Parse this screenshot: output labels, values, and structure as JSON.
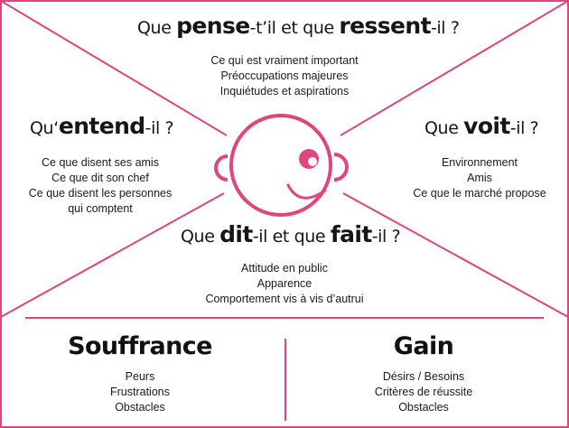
{
  "colors": {
    "accent": "#e0457b",
    "text": "#161616"
  },
  "top": {
    "pre": "Que ",
    "b1": "pense",
    "mid": "-t’il et que ",
    "b2": "ressent",
    "post": "-il ?",
    "items": [
      "Ce qui est vraiment important",
      "Préoccupations majeures",
      "Inquiétudes et aspirations"
    ]
  },
  "left": {
    "pre": "Qu‘",
    "b1": "entend",
    "post": "-il ?",
    "items": [
      "Ce que disent ses amis",
      "Ce que dit son chef",
      "Ce que disent les personnes",
      "qui comptent"
    ]
  },
  "right": {
    "pre": "Que ",
    "b1": "voit",
    "post": "-il ?",
    "items": [
      "Environnement",
      "Amis",
      "Ce que le marché propose"
    ]
  },
  "bottom": {
    "pre": "Que ",
    "b1": "dit",
    "mid": "-il et que ",
    "b2": "fait",
    "post": "-il ?",
    "items": [
      "Attitude en public",
      "Apparence",
      "Comportement vis à vis d’autrui"
    ]
  },
  "pain": {
    "title": "Souffrance",
    "items": [
      "Peurs",
      "Frustrations",
      "Obstacles"
    ]
  },
  "gain": {
    "title": "Gain",
    "items": [
      "Désirs / Besoins",
      "Critères de réussite",
      "Obstacles"
    ]
  }
}
